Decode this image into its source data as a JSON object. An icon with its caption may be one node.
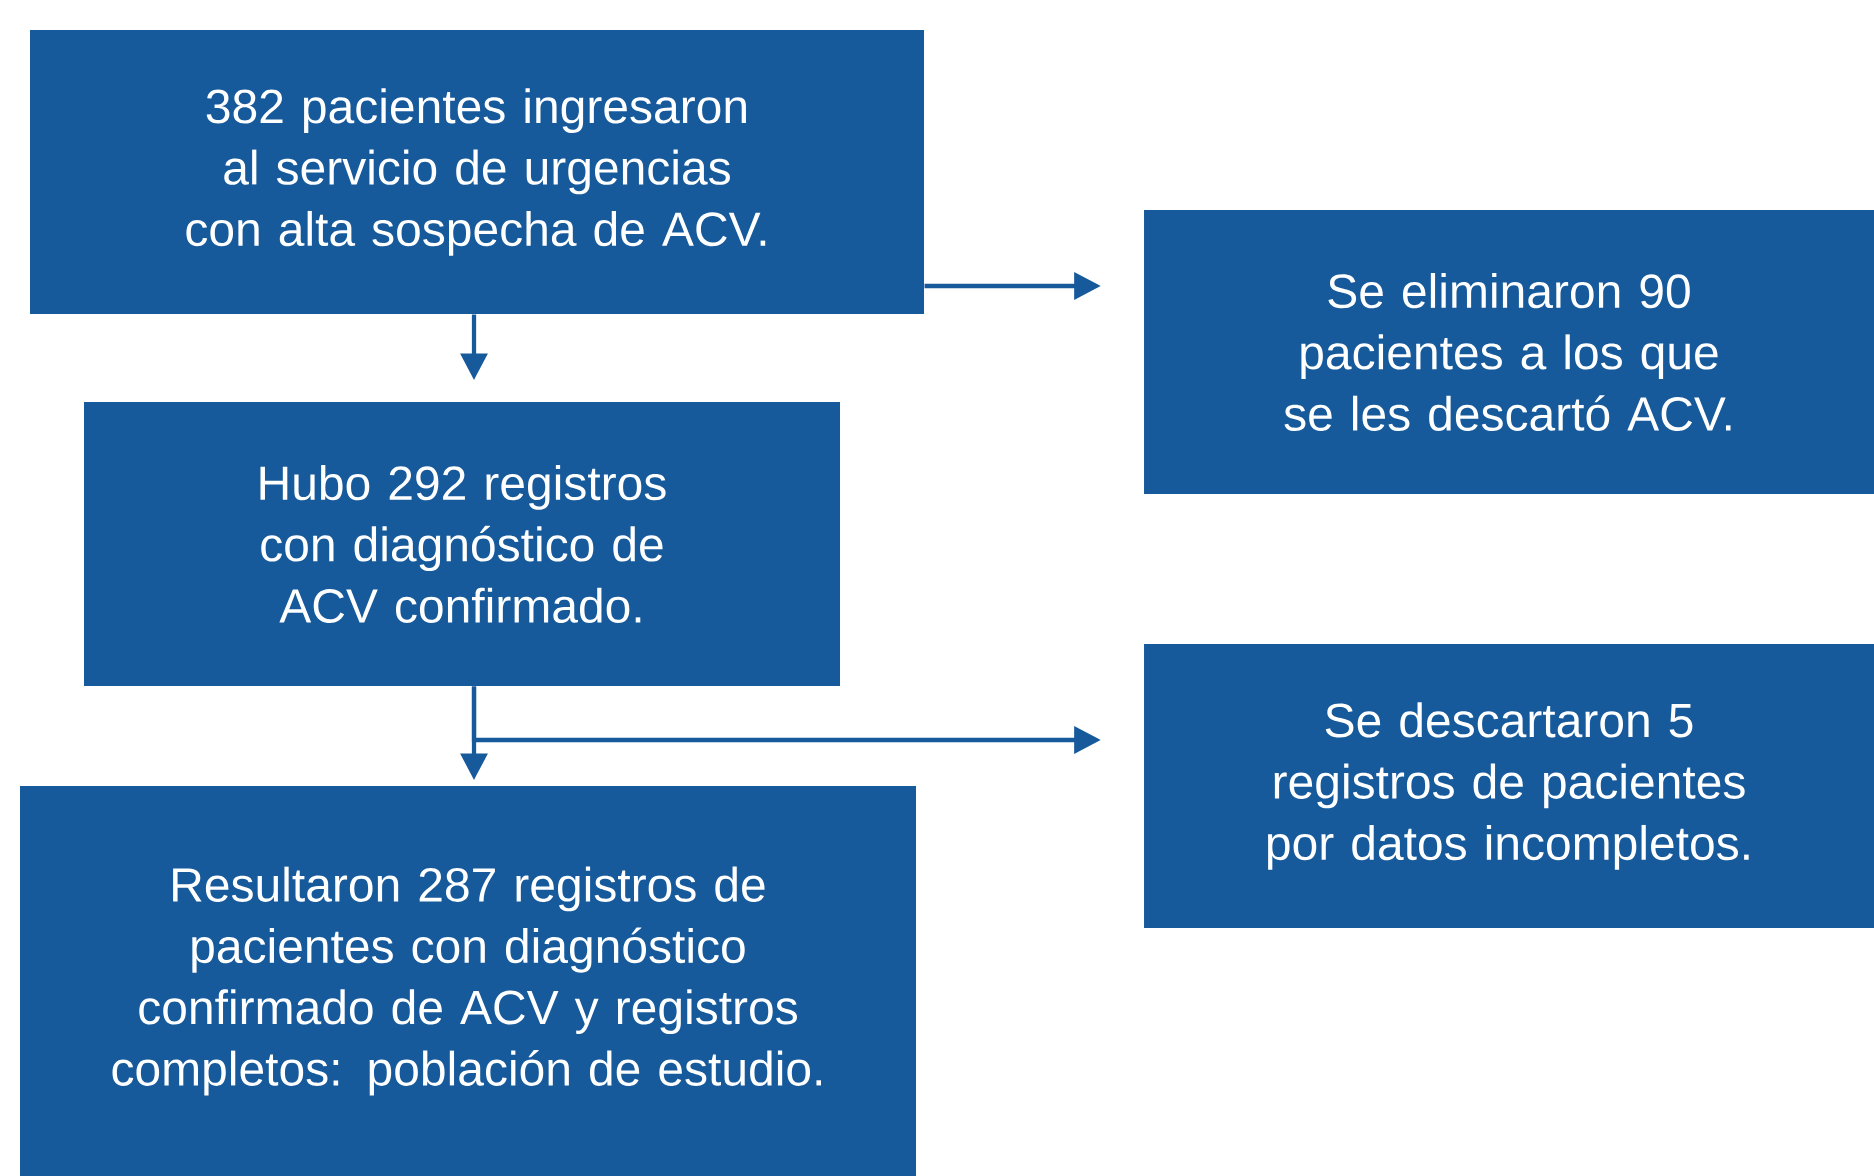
{
  "diagram": {
    "nodes": [
      {
        "text": [
          "382 pacientes ingresaron al servicio de urgencias con alta sospecha de ACV."
        ]
      },
      {
        "text": [
          "Se eliminaron 90 pacientes a los que se les descartó ACV."
        ]
      },
      {
        "text": [
          "Hubo 292 registros con diagnóstico de ACV confirmado."
        ]
      },
      {
        "text": [
          "Se descartaron 5 registros de pacientes por datos incompletos."
        ]
      },
      {
        "text": [
          "Resultaron 287 registros de pacientes con diagnóstico confirmado de ACV y registros completos: población de estudio."
        ]
      }
    ],
    "edges": [
      {
        "from": 0,
        "to": 2,
        "arrow": "to"
      },
      {
        "from": 0,
        "to": 1,
        "arrow": "to"
      },
      {
        "from": 2,
        "to": 4,
        "arrow": "to"
      },
      {
        "from": 2,
        "to": 3,
        "arrow": "to"
      }
    ]
  }
}
